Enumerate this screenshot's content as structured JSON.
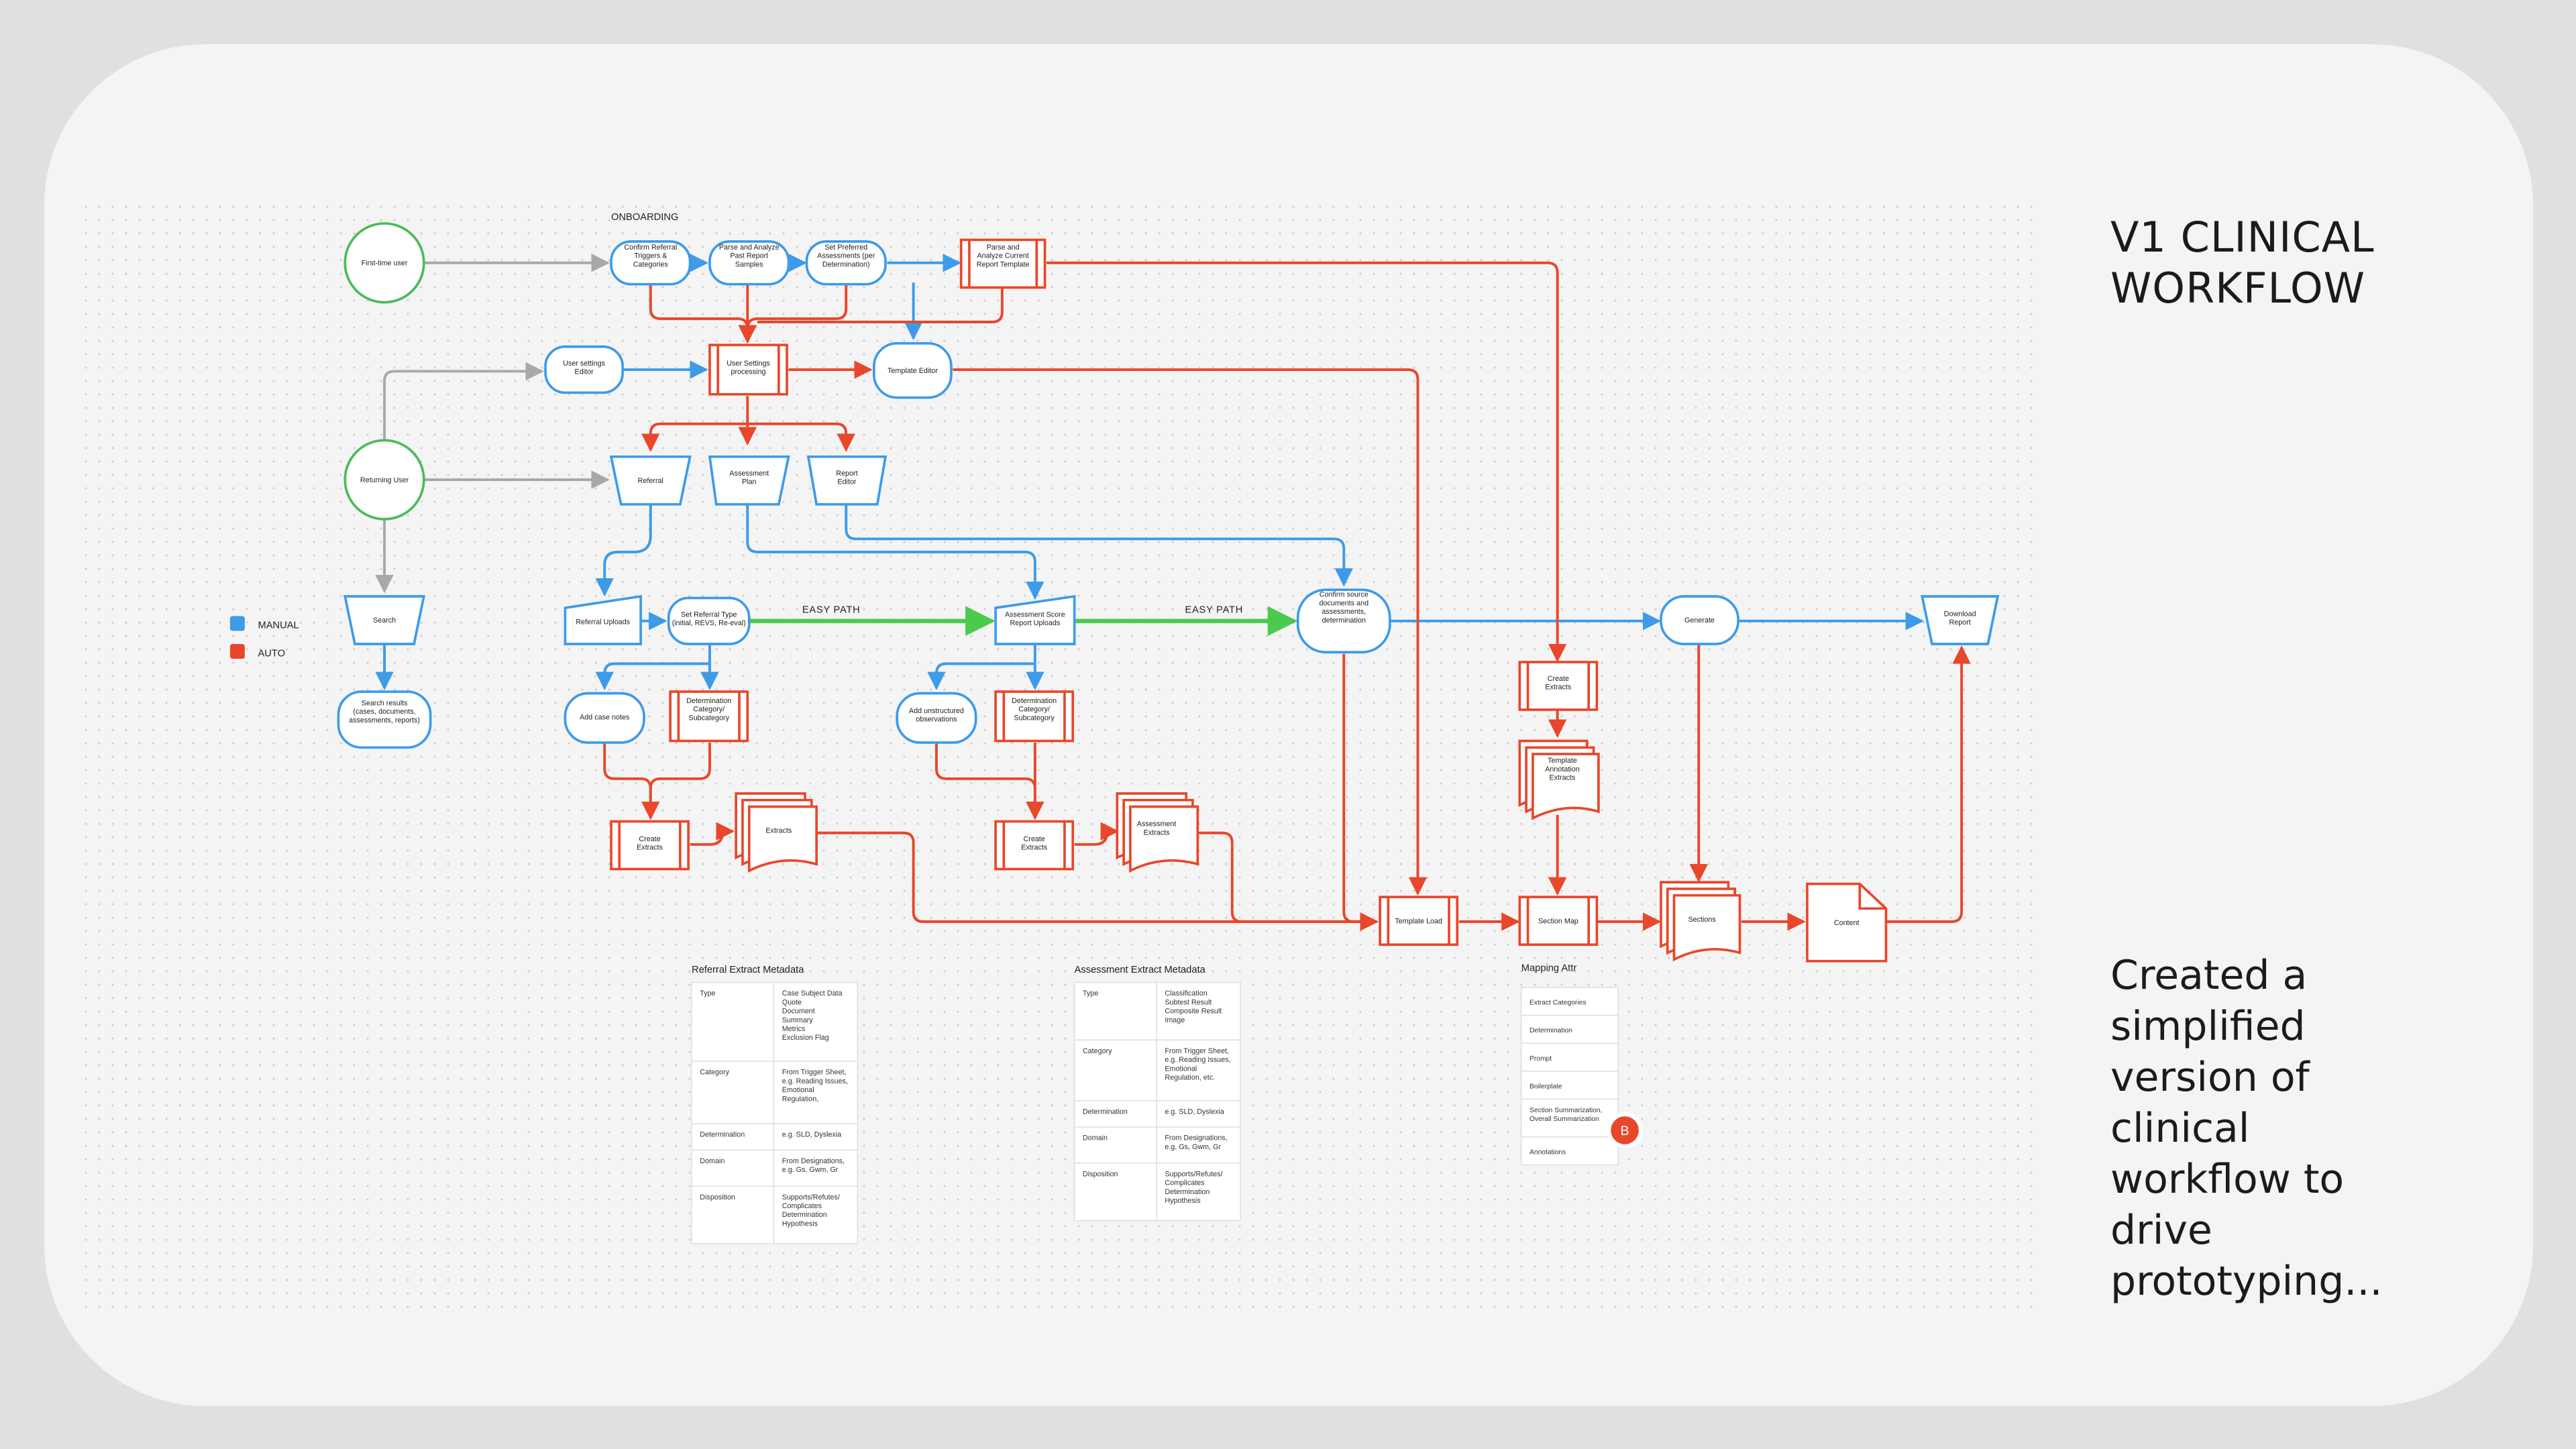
{
  "slide": {
    "title_line1": "V1 CLINICAL",
    "title_line2": "WORKFLOW",
    "caption_lines": [
      "Created a",
      "simplified",
      "version of",
      "clinical",
      "workflow to",
      "drive",
      "prototyping..."
    ]
  },
  "colors": {
    "manual": "#3d9be9",
    "auto": "#e8472b",
    "start": "#4cba5a",
    "easy_path": "#4cc94f",
    "gray_connector": "#a8a8a8"
  },
  "legend": {
    "manual": "MANUAL",
    "auto": "AUTO"
  },
  "section": {
    "onboarding": "ONBOARDING",
    "easy_path_1": "EASY PATH",
    "easy_path_2": "EASY PATH"
  },
  "nodes": {
    "first_time_user": "First-time user",
    "returning_user": "Returning User",
    "confirm_referral": [
      "Confirm Referral",
      "Triggers &",
      "Categories"
    ],
    "parse_past": [
      "Parse and Analyze",
      "Past Report",
      "Samples"
    ],
    "set_preferred": [
      "Set Preferred",
      "Assessments (per",
      "Determination)"
    ],
    "parse_current": [
      "Parse and",
      "Analyze Current",
      "Report Template"
    ],
    "user_settings_editor": [
      "User settings",
      "Editor"
    ],
    "user_settings_processing": [
      "User Settings",
      "processing"
    ],
    "template_editor": "Template Editor",
    "referral": "Referral",
    "assessment_plan": [
      "Assessment",
      "Plan"
    ],
    "report_editor": [
      "Report",
      "Editor"
    ],
    "search": "Search",
    "search_results": [
      "Search results",
      "(cases, documents,",
      "assessments, reports)"
    ],
    "referral_uploads": "Referral Uploads",
    "set_referral_type": [
      "Set Referral Type",
      "(initial, REVS, Re-eval)"
    ],
    "assessment_score": [
      "Assessment Score",
      "Report Uploads"
    ],
    "confirm_source": [
      "Confirm source",
      "documents and",
      "assessments,",
      "determination"
    ],
    "generate": "Generate",
    "download_report": [
      "Download",
      "Report"
    ],
    "add_case_notes": "Add case notes",
    "determination_1": [
      "Determination",
      "Category/",
      "Subcategory"
    ],
    "add_unstructured": [
      "Add unstructured",
      "observations"
    ],
    "determination_2": [
      "Determination",
      "Category/",
      "Subcategory"
    ],
    "create_extracts_1": [
      "Create",
      "Extracts"
    ],
    "extracts": "Extracts",
    "create_extracts_2": [
      "Create",
      "Extracts"
    ],
    "assessment_extracts": [
      "Assessment",
      "Extracts"
    ],
    "create_extracts_3": [
      "Create",
      "Extracts"
    ],
    "template_annotation": [
      "Template",
      "Annotation",
      "Extracts"
    ],
    "template_load": "Template Load",
    "section_map": "Section Map",
    "sections": "Sections",
    "content": "Content"
  },
  "referral_metadata": {
    "title": "Referral Extract Metadata",
    "rows": [
      {
        "key": "Type",
        "lines": [
          "Case Subject Data",
          "Quote",
          "Document",
          "Summary",
          "Metrics",
          "Exclusion Flag"
        ]
      },
      {
        "key": "Category",
        "lines": [
          "From Trigger Sheet,",
          "e.g. Reading Issues,",
          "Emotional",
          "Regulation,"
        ]
      },
      {
        "key": "Determination",
        "lines": [
          "e.g. SLD, Dyslexia"
        ]
      },
      {
        "key": "Domain",
        "lines": [
          "From Designations,",
          "e.g. Gs, Gwm, Gr"
        ]
      },
      {
        "key": "Disposition",
        "lines": [
          "Supports/Refutes/",
          "Complicates",
          "Determination",
          "Hypothesis"
        ]
      }
    ]
  },
  "assessment_metadata": {
    "title": "Assessment Extract Metadata",
    "rows": [
      {
        "key": "Type",
        "lines": [
          "Classification",
          "Subtest Result",
          "Composite Result",
          "Image"
        ]
      },
      {
        "key": "Category",
        "lines": [
          "From Trigger Sheet,",
          "e.g. Reading Issues,",
          "Emotional",
          "Regulation, etc."
        ]
      },
      {
        "key": "Determination",
        "lines": [
          "e.g. SLD, Dyslexia"
        ]
      },
      {
        "key": "Domain",
        "lines": [
          "From Designations,",
          "e.g. Gs, Gwm, Gr"
        ]
      },
      {
        "key": "Disposition",
        "lines": [
          "Supports/Refutes/",
          "Complicates",
          "Determination",
          "Hypothesis"
        ]
      }
    ]
  },
  "mapping_attr": {
    "title": "Mapping Attr",
    "rows": [
      [
        "Extract Categories"
      ],
      [
        "Determination"
      ],
      [
        "Prompt"
      ],
      [
        "Boilerplate"
      ],
      [
        "Section Summarization,",
        "Overall Summarization"
      ],
      [
        "Annotations"
      ]
    ]
  },
  "avatar": {
    "initial": "B"
  }
}
